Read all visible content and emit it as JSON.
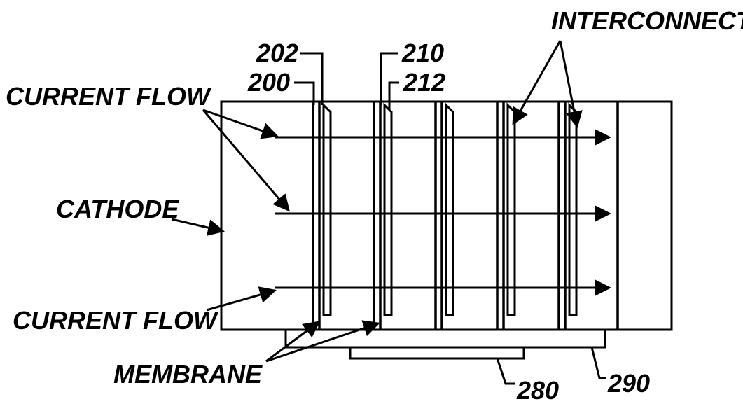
{
  "labels": {
    "interconnect": "INTERCONNECT",
    "current_flow_top": "CURRENT FLOW",
    "cathode": "CATHODE",
    "current_flow_bottom": "CURRENT FLOW",
    "membrane": "MEMBRANE",
    "ref_202": "202",
    "ref_200": "200",
    "ref_210": "210",
    "ref_212": "212",
    "ref_280": "280",
    "ref_290": "290"
  }
}
